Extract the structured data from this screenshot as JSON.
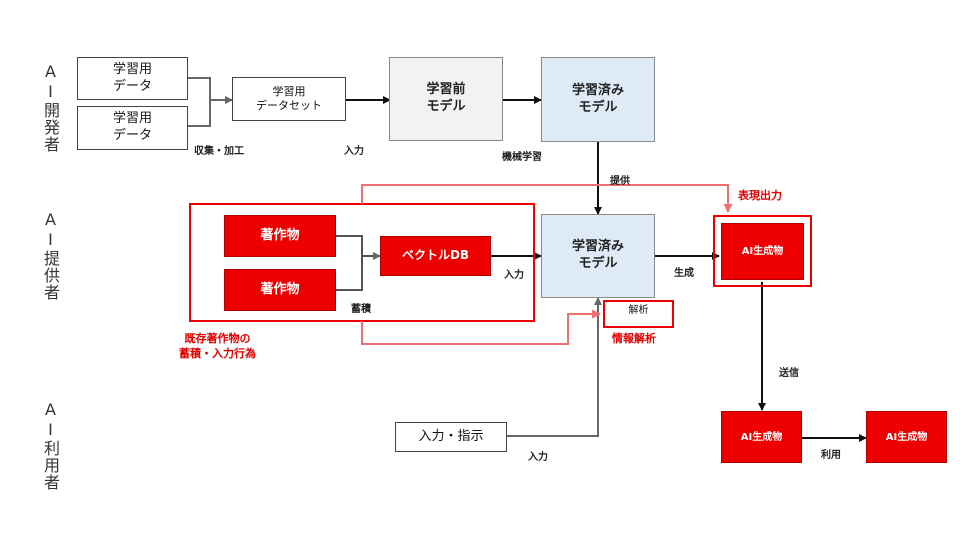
{
  "roles": {
    "developer": "AI開発者",
    "provider": "AI提供者",
    "user": "AI利用者"
  },
  "boxes": {
    "data1": "学習用\nデータ",
    "data2": "学習用\nデータ",
    "dataset": "学習用\nデータセット",
    "pre_model": "学習前\nモデル",
    "trained_model_dev": "学習済み\nモデル",
    "work1": "著作物",
    "work2": "著作物",
    "vector_db": "ベクトルDB",
    "trained_model_prov": "学習済み\nモデル",
    "analysis": "解析",
    "ai_output_prov": "AI生成物",
    "input_instruction": "入力・指示",
    "ai_output_user1": "AI生成物",
    "ai_output_user2": "AI生成物"
  },
  "labels": {
    "collect": "収集・加工",
    "input1": "入力",
    "machine_learning": "機械学習",
    "provide": "提供",
    "accumulate": "蓄積",
    "input2": "入力",
    "generate": "生成",
    "send": "送信",
    "input3": "入力",
    "use": "利用"
  },
  "red_labels": {
    "expression_output": "表現出力",
    "existing_works": "既存著作物の\n蓄積・入力行為",
    "info_analysis": "情報解析"
  },
  "colors": {
    "red": "#ee0000",
    "light_red": "#f07070",
    "blue_fill": "#deebf7",
    "gray_fill": "#f2f2f2"
  }
}
